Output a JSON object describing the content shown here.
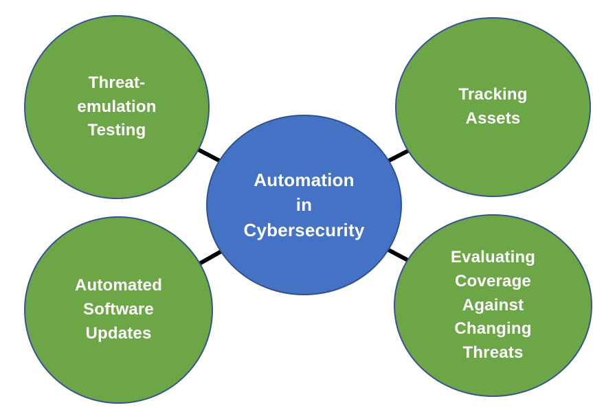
{
  "diagram": {
    "type": "radial-hub-spoke",
    "title": "Automation in Cybersecurity",
    "center": {
      "id": "automation-in-cybersecurity",
      "label": "Automation\nin\nCybersecurity"
    },
    "nodes": [
      {
        "id": "threat-emulation-testing",
        "position": "top-left",
        "label": "Threat-\nemulation\nTesting"
      },
      {
        "id": "tracking-assets",
        "position": "top-right",
        "label": "Tracking\nAssets"
      },
      {
        "id": "automated-software-updates",
        "position": "bottom-left",
        "label": "Automated\nSoftware\nUpdates"
      },
      {
        "id": "evaluating-coverage",
        "position": "bottom-right",
        "label": "Evaluating\nCoverage\nAgainst\nChanging\nThreats"
      }
    ],
    "connectors": [
      {
        "from": "center",
        "to": "threat-emulation-testing"
      },
      {
        "from": "center",
        "to": "tracking-assets"
      },
      {
        "from": "center",
        "to": "automated-software-updates"
      },
      {
        "from": "center",
        "to": "evaluating-coverage"
      }
    ],
    "colors": {
      "satellite_fill": "#6CA647",
      "satellite_border": "#35548F",
      "center_fill": "#4472C4",
      "center_border": "#2F528F",
      "connector": "#000000",
      "text": "#FFFFFF",
      "background": "#FFFFFF"
    }
  }
}
